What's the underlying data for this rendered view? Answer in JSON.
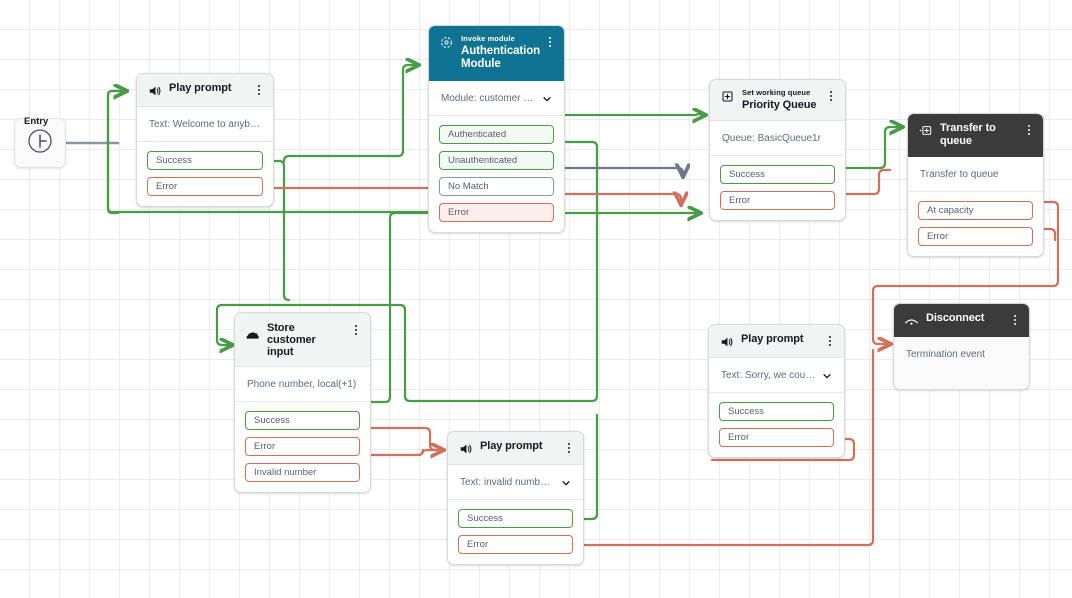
{
  "canvas": {
    "grid": true,
    "background_color": "#ffffff",
    "grid_color": "#ececec"
  },
  "colors": {
    "success": "#4a9b48",
    "error": "#d1705c",
    "neutral": "#6b7a8f",
    "teal_header": "#0f7391",
    "dark_header": "#3b3b3b",
    "header_gray": "#f2f3f3"
  },
  "entry": {
    "label": "Entry",
    "icon": "clock-start-icon"
  },
  "nodes": [
    {
      "id": "play-prompt-welcome",
      "type": "Play prompt",
      "icon": "speaker-icon",
      "header_style": "gray",
      "title": "Play prompt",
      "subtitle": "",
      "body": "Text: Welcome to anybank",
      "has_dropdown": false,
      "ports": [
        {
          "label": "Success",
          "style": "success"
        },
        {
          "label": "Error",
          "style": "error"
        }
      ]
    },
    {
      "id": "authentication-module",
      "type": "Invoke module",
      "icon": "module-icon",
      "header_style": "teal",
      "subtitle": "Invoke module",
      "title": "Authentication Module",
      "body": "Module: customer authen...",
      "has_dropdown": true,
      "ports": [
        {
          "label": "Authenticated",
          "style": "successfill"
        },
        {
          "label": "Unauthenticated",
          "style": "successfill"
        },
        {
          "label": "No Match",
          "style": "neutral"
        },
        {
          "label": "Error",
          "style": "errorfill"
        }
      ]
    },
    {
      "id": "priority-queue",
      "type": "Set working queue",
      "icon": "queue-icon",
      "header_style": "gray",
      "subtitle": "Set working queue",
      "title": "Priority Queue",
      "body": "Queue: BasicQueue1r",
      "has_dropdown": false,
      "ports": [
        {
          "label": "Success",
          "style": "success"
        },
        {
          "label": "Error",
          "style": "error"
        }
      ]
    },
    {
      "id": "transfer-to-queue",
      "type": "Transfer to queue",
      "icon": "transfer-queue-icon",
      "header_style": "dark",
      "subtitle": "",
      "title": "Transfer to queue",
      "body": "Transfer to queue",
      "has_dropdown": false,
      "ports": [
        {
          "label": "At capacity",
          "style": "error"
        },
        {
          "label": "Error",
          "style": "error"
        }
      ]
    },
    {
      "id": "store-customer-input",
      "type": "Store customer input",
      "icon": "keypad-icon",
      "header_style": "gray",
      "subtitle": "",
      "title": "Store customer input",
      "body": "Phone number, local(+1)",
      "has_dropdown": false,
      "ports": [
        {
          "label": "Success",
          "style": "success"
        },
        {
          "label": "Error",
          "style": "error"
        },
        {
          "label": "Invalid number",
          "style": "error"
        }
      ]
    },
    {
      "id": "play-prompt-invalid",
      "type": "Play prompt",
      "icon": "speaker-icon",
      "header_style": "gray",
      "subtitle": "",
      "title": "Play prompt",
      "body": "Text: invalid number or s...",
      "has_dropdown": true,
      "ports": [
        {
          "label": "Success",
          "style": "success"
        },
        {
          "label": "Error",
          "style": "error"
        }
      ]
    },
    {
      "id": "play-prompt-sorry",
      "type": "Play prompt",
      "icon": "speaker-icon",
      "header_style": "gray",
      "subtitle": "",
      "title": "Play prompt",
      "body": "Text: Sorry, we could not...",
      "has_dropdown": true,
      "ports": [
        {
          "label": "Success",
          "style": "success"
        },
        {
          "label": "Error",
          "style": "error"
        }
      ]
    },
    {
      "id": "disconnect",
      "type": "Disconnect",
      "icon": "disconnect-icon",
      "header_style": "dark",
      "subtitle": "",
      "title": "Disconnect",
      "body": "Termination event",
      "has_dropdown": false,
      "ports": []
    }
  ]
}
